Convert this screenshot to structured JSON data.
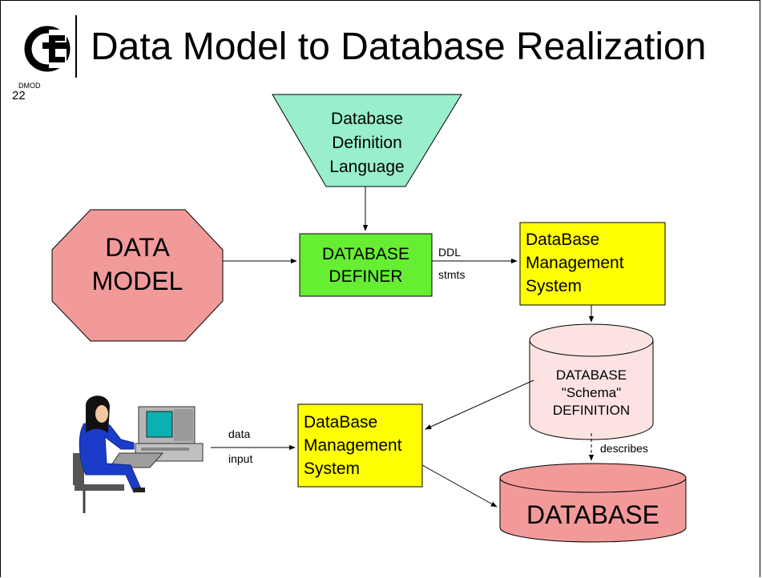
{
  "slide": {
    "title": "Data Model  to  Database Realization",
    "section_code": "DMOD",
    "page_number": "22"
  },
  "logo": {
    "icon": "ce-logo-icon"
  },
  "nodes": {
    "ddl_language": {
      "line1": "Database",
      "line2": "Definition",
      "line3": "Language",
      "fill": "#99eecc"
    },
    "data_model": {
      "line1": "DATA",
      "line2": "MODEL",
      "fill": "#f29a9a"
    },
    "database_definer": {
      "line1": "DATABASE",
      "line2": "DEFINER",
      "fill": "#66ee33"
    },
    "dbms_top": {
      "line1": "DataBase",
      "line2": "Management",
      "line3": "System",
      "fill": "#ffff00"
    },
    "schema_definition": {
      "line1": "DATABASE",
      "line2": "\"Schema\"",
      "line3": "DEFINITION",
      "fill": "#fde2e2"
    },
    "dbms_bottom": {
      "line1": "DataBase",
      "line2": "Management",
      "line3": "System",
      "fill": "#ffff00"
    },
    "database": {
      "label": "DATABASE",
      "fill": "#f29a9a"
    },
    "user": {
      "icon": "user-at-computer-icon"
    }
  },
  "edge_labels": {
    "ddl": "DDL",
    "stmts": "stmts",
    "data": "data",
    "input": "input",
    "describes": "describes"
  }
}
